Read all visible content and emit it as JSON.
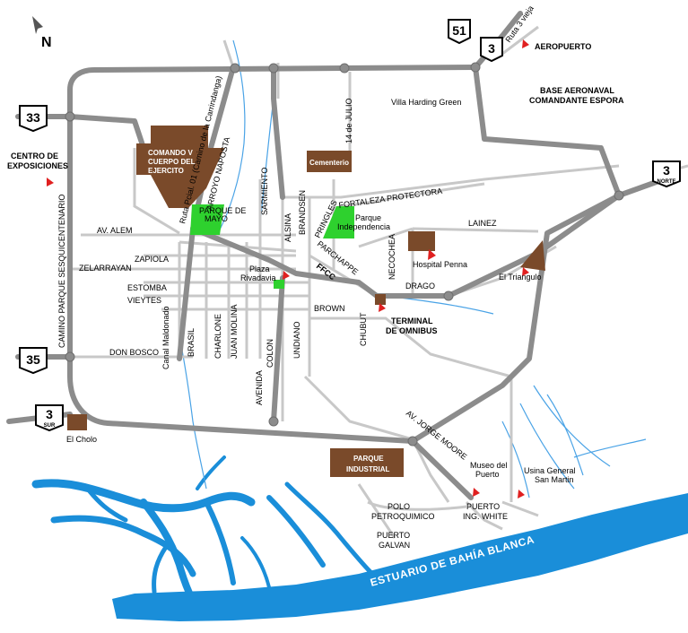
{
  "north": "N",
  "colors": {
    "road_major": "#8c8c8c",
    "road_minor": "#c8c8c8",
    "water": "#1a8ed9",
    "river": "#4aa3e6",
    "park": "#2ed12e",
    "building": "#7a4a2a",
    "marker": "#e02020"
  },
  "shields": [
    {
      "id": "51",
      "num": "51",
      "sub": ""
    },
    {
      "id": "3n",
      "num": "3",
      "sub": ""
    },
    {
      "id": "33",
      "num": "33",
      "sub": ""
    },
    {
      "id": "3norte",
      "num": "3",
      "sub": "NORTE"
    },
    {
      "id": "35",
      "num": "35",
      "sub": ""
    },
    {
      "id": "3sur",
      "num": "3",
      "sub": "SUR"
    }
  ],
  "places": {
    "ruta3vieja": "Ruta 3 vieja",
    "aeropuerto": "AEROPUERTO",
    "base1": "BASE AERONAVAL",
    "base2": "COMANDANTE ESPORA",
    "villa": "Villa Harding Green",
    "julio": "14 de JULIO",
    "comando1": "COMANDO V",
    "comando2": "CUERPO DEL",
    "comando3": "EJERCITO",
    "ruta_pcial": "Ruta Pcial. 01 (Camino de la Carrindanga)",
    "arroyo": "ARROYO NAPOSTA",
    "sarmiento": "SARMIENTO",
    "cementerio": "Cementerio",
    "fortaleza": "FORTALEZA PROTECTORA",
    "centro1": "CENTRO DE",
    "centro2": "EXPOSICIONES",
    "camino_parque": "CAMINO PARQUE SESQUICENTENARIO",
    "parque_mayo1": "PARQUE DE",
    "parque_mayo2": "MAYO",
    "alsina": "ALSINA",
    "brandsen": "BRANDSEN",
    "pringles": "PRINGLES",
    "parque_ind1": "Parque",
    "parque_ind2": "Independencia",
    "lainez": "LAINEZ",
    "av_alem": "AV. ALEM",
    "zapiola": "ZAPIOLA",
    "zelarrayan": "ZELARRAYAN",
    "necochea": "NECOCHEA",
    "hospital": "Hospital Penna",
    "parchappe": "PARCHAPPE",
    "plaza1": "Plaza",
    "plaza2": "Rivadavia",
    "estomba": "ESTOMBA",
    "vieytes": "VIEYTES",
    "ffcc": "FFCC",
    "drago": "DRAGO",
    "triangulo": "El Triangulo",
    "brown": "BROWN",
    "chubut": "CHUBUT",
    "terminal1": "TERMINAL",
    "terminal2": "DE OMNIBUS",
    "canal": "Canal Maldonado",
    "brasil": "BRASIL",
    "charlone": "CHARLONE",
    "juan_molina": "JUAN MOLINA",
    "colon": "COLON",
    "avenida": "AVENIDA",
    "undiano": "UNDIANO",
    "don_bosco": "DON BOSCO",
    "el_cholo": "El Cholo",
    "av_jorge_moore": "AV. JORGE MOORE",
    "parque_industrial1": "PARQUE",
    "parque_industrial2": "INDUSTRIAL",
    "museo1": "Museo del",
    "museo2": "Puerto",
    "usina1": "Usina General",
    "usina2": "San Martin",
    "polo1": "POLO",
    "polo2": "PETROQUIMICO",
    "puerto_ing1": "PUERTO",
    "puerto_ing2": "ING. WHITE",
    "puerto_galvan1": "PUERTO",
    "puerto_galvan2": "GALVAN",
    "estuario": "ESTUARIO DE BAHÍA BLANCA"
  }
}
